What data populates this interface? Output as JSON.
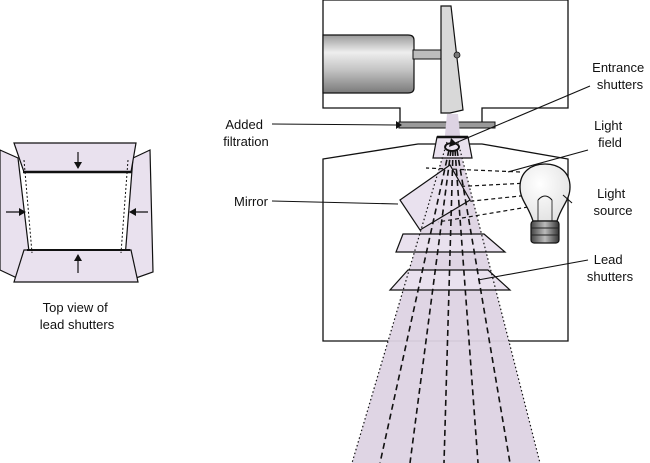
{
  "labels": {
    "entrance_shutters": [
      "Entrance",
      "shutters"
    ],
    "light_field": [
      "Light",
      "field"
    ],
    "added_filtration": [
      "Added",
      "filtration"
    ],
    "mirror": "Mirror",
    "light_source": [
      "Light",
      "source"
    ],
    "lead_shutters": [
      "Lead",
      "shutters"
    ],
    "top_view": [
      "Top view of",
      "lead shutters"
    ]
  },
  "colors": {
    "beam": "#ddd3e3",
    "shutter": "#e9e1ee",
    "line": "#111111",
    "housing": "#ffffff"
  }
}
